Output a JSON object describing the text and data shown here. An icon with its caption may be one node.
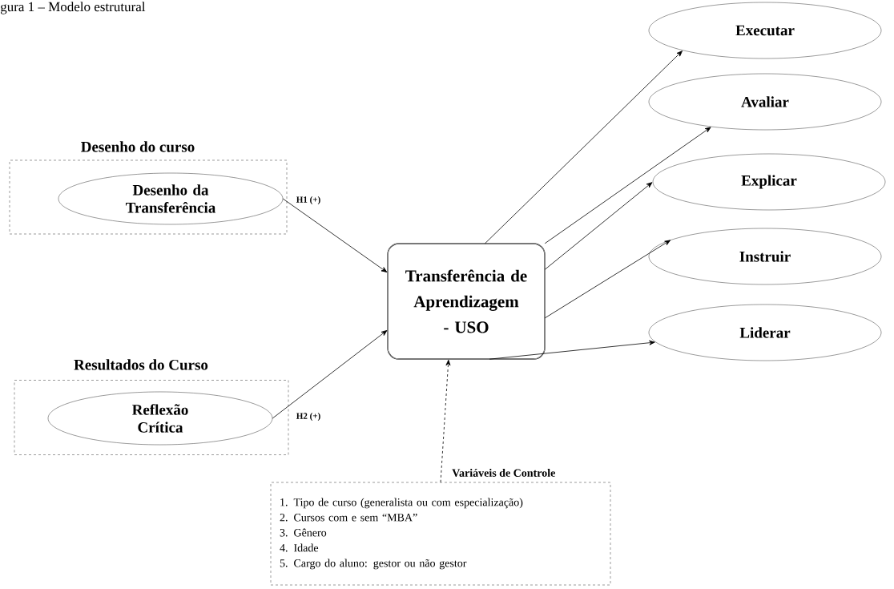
{
  "diagram": {
    "title": "gura 1 – Modelo estrutural",
    "nodes": [
      {
        "text": [
          "Desenho do curso"
        ]
      },
      {
        "text": [
          "Desenho da Transferência"
        ],
        "in": 0
      },
      {
        "text": [
          "Resultados do Curso"
        ]
      },
      {
        "text": [
          "Reflexão Crítica"
        ],
        "in": 2
      },
      {
        "text": [
          "Transferência de Aprendizagem - USO"
        ]
      },
      {
        "text": [
          "Executar"
        ]
      },
      {
        "text": [
          "Avaliar"
        ]
      },
      {
        "text": [
          "Explicar"
        ]
      },
      {
        "text": [
          "Instruir"
        ]
      },
      {
        "text": [
          "Liderar"
        ]
      },
      {
        "text": [
          "Variáveis de Controle",
          "1. Tipo de curso (generalista ou com especialização)",
          "2. Cursos com e sem “MBA”",
          "3. Gênero",
          "4. Idade",
          "5. Cargo do aluno: gestor ou não gestor"
        ]
      }
    ],
    "edges": [
      {
        "from": 1,
        "to": 4,
        "arrow": "to",
        "label": "H1 (+)"
      },
      {
        "from": 3,
        "to": 4,
        "arrow": "to",
        "label": "H2 (+)"
      },
      {
        "from": 4,
        "to": 5,
        "arrow": "to"
      },
      {
        "from": 4,
        "to": 6,
        "arrow": "to"
      },
      {
        "from": 4,
        "to": 7,
        "arrow": "to"
      },
      {
        "from": 4,
        "to": 8,
        "arrow": "to"
      },
      {
        "from": 4,
        "to": 9,
        "arrow": "to"
      },
      {
        "from": 10,
        "to": 4,
        "arrow": "to",
        "style": "dashed"
      }
    ]
  }
}
